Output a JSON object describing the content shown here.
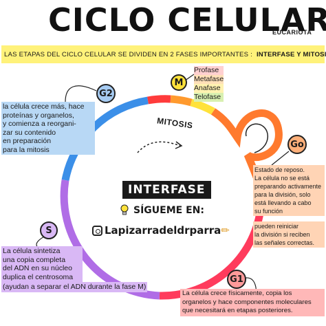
{
  "header": {
    "title": "CICLO CELULAR",
    "tag": "EUCARIOTA"
  },
  "banner": {
    "text": "LAS ETAPAS DEL CICLO CELULAR SE DIVIDEN EN 2 FASES IMPORTANTES :",
    "highlight": "INTERFASE Y MITOSIS"
  },
  "badges": {
    "g2": "G2",
    "m": "M",
    "g0": "Go",
    "s": "S",
    "g1": "G1"
  },
  "mitosis_phases": [
    "Profase",
    "Metafase",
    "Anafase",
    "Telofase"
  ],
  "labels": {
    "mitosis": "MITOSIS",
    "interfase": "INTERFASE",
    "follow": "SÍGUEME EN:",
    "handle": "Lapizarradeldrparra"
  },
  "notes": {
    "g2": [
      "la célula crece más, hace",
      "proteínas y organelos,",
      "y comienza a reorgani-",
      "zar su contenido",
      "en preparación",
      "para la mitosis"
    ],
    "g0_a": [
      "Estado de reposo.",
      "La célula no se está",
      "preparando activamente",
      "para la división, solo",
      "está llevando a cabo",
      "su función"
    ],
    "g0_b": [
      "pueden reiniciar",
      "la división si reciben",
      "las señales correctas."
    ],
    "s": [
      "La célula sintetiza",
      "una copia completa",
      "del ADN en su núcleo",
      "duplica el centrosoma"
    ],
    "s_extra": "(ayudan a separar el ADN durante la fase M)",
    "g1": [
      "La célula crece físicamente, copia los",
      "organelos y hace componentes moleculares",
      "que necesitará en etapas posteriores."
    ]
  },
  "colors": {
    "g2": "#3b8fe8",
    "m_red": "#ff3b3b",
    "m_orange": "#ff9a2e",
    "m_yellow": "#ffe23b",
    "s": "#b06de6",
    "g1": "#ff3b5c",
    "g0": "#ff7a2e",
    "banner": "#fff27a"
  }
}
